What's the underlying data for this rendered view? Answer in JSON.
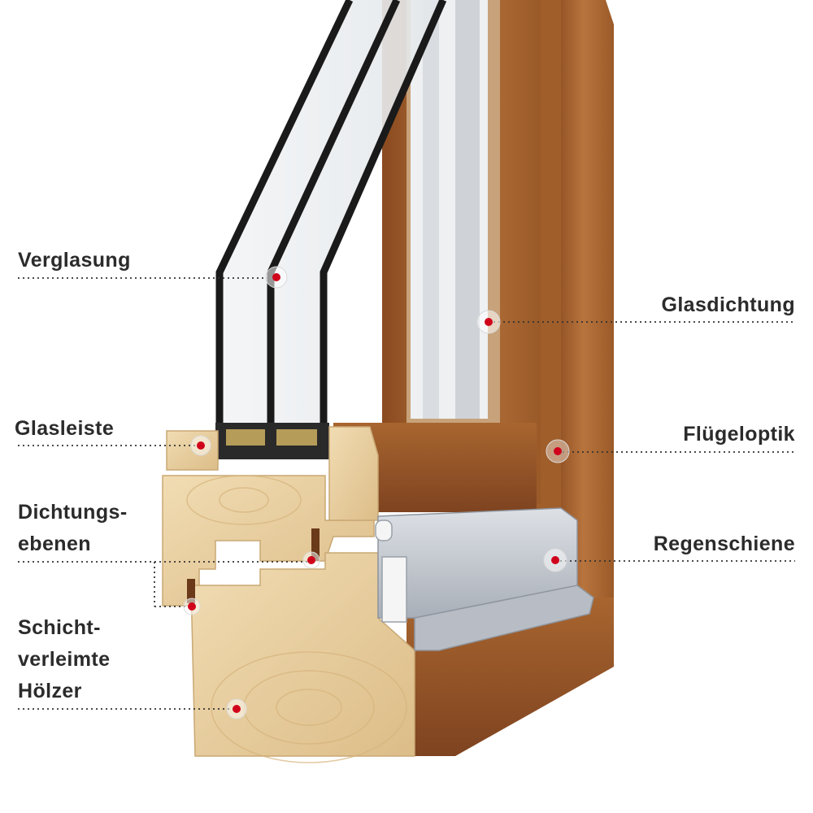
{
  "labels": {
    "verglasung": "Verglasung",
    "glasleiste": "Glasleiste",
    "dichtungsebenen_1": "Dichtungs-",
    "dichtungsebenen_2": "ebenen",
    "schicht_1": "Schicht-",
    "schicht_2": "verleimte",
    "schicht_3": "Hölzer",
    "glasdichtung": "Glasdichtung",
    "fluegeloptik": "Flügeloptik",
    "regenschiene": "Regenschiene"
  },
  "colors": {
    "marker": "#d0021b",
    "text": "#2b2b2b",
    "wood_oak": "#b8743d",
    "wood_raw": "#e9cf9e",
    "glass_frame": "#1a1a1a",
    "aluminium": "#c4c8cf"
  }
}
